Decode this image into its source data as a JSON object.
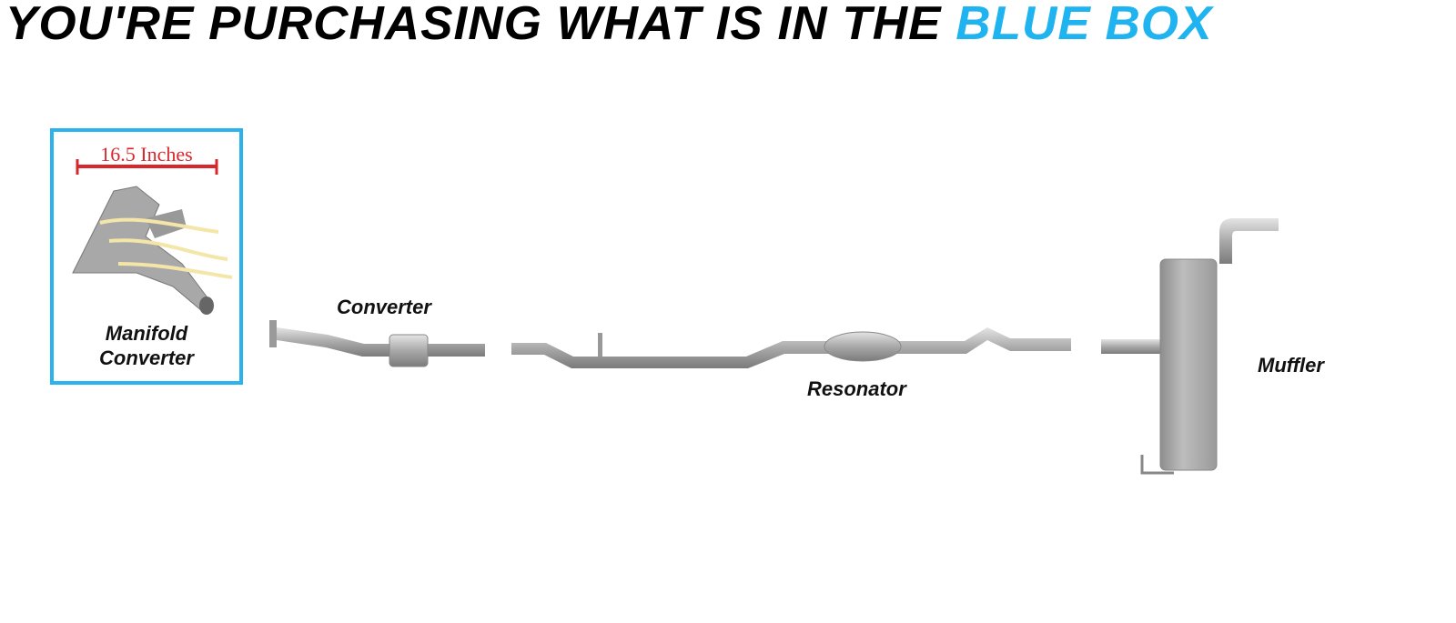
{
  "title": {
    "prefix": "YOU'RE PURCHASING WHAT IS IN THE",
    "highlight": "BLUE BOX"
  },
  "colors": {
    "highlight": "#1fb4f0",
    "measure": "#d9262b"
  },
  "selected_part": {
    "measurement": "16.5 Inches",
    "label_line1": "Manifold",
    "label_line2": "Converter"
  },
  "parts": {
    "converter": "Converter",
    "resonator": "Resonator",
    "muffler": "Muffler"
  }
}
